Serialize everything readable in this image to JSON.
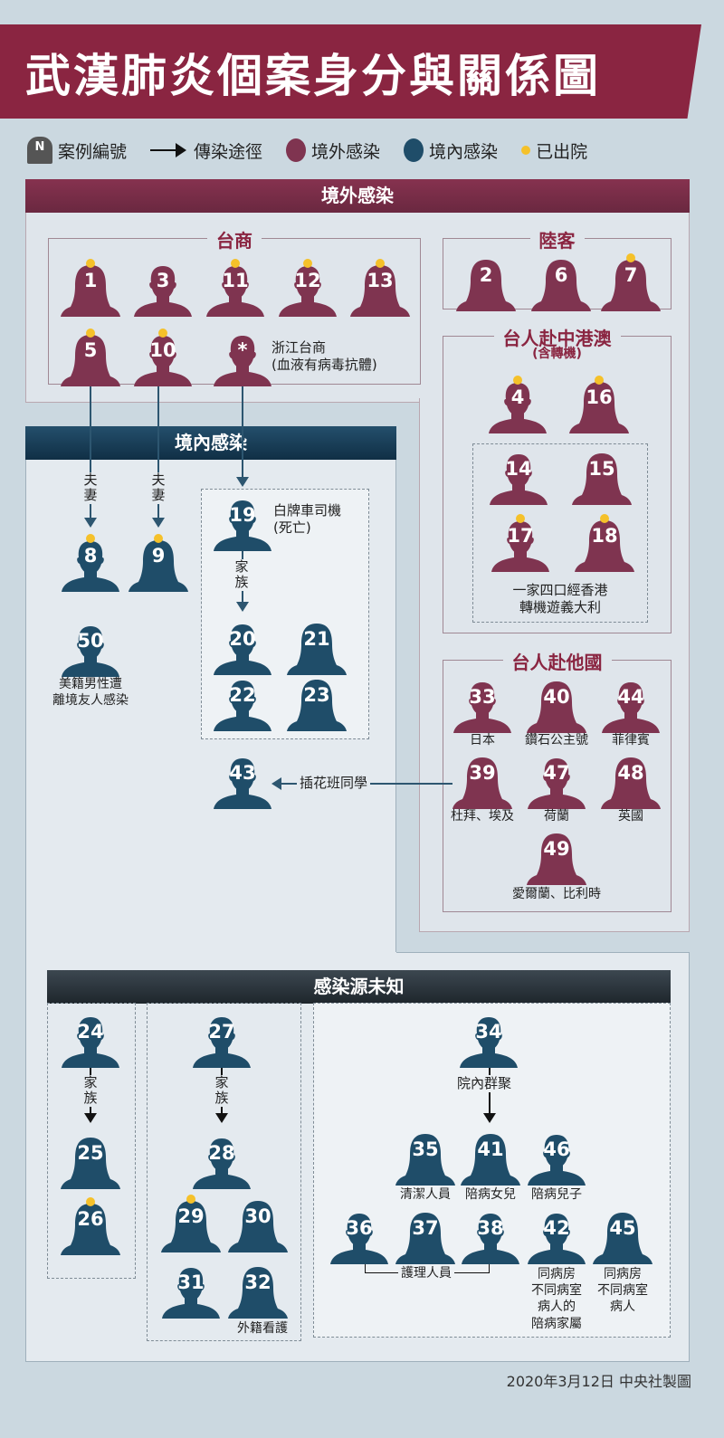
{
  "title": "武漢肺炎個案身分與關係圖",
  "legend": {
    "case_number": "案例編號",
    "case_icon_letter": "N",
    "transmission": "傳染途徑",
    "imported": "境外感染",
    "local": "境內感染",
    "discharged": "已出院"
  },
  "colors": {
    "imported": "#7f3450",
    "local": "#1f4d69",
    "discharged": "#f5c12a",
    "banner": "#8a2541"
  },
  "sections": {
    "imported": "境外感染",
    "local": "境內感染",
    "unknown": "感染源未知"
  },
  "groups": {
    "taishang": "台商",
    "luke": "陸客",
    "china_hk_macau": "台人赴中港澳",
    "china_hk_macau_sub": "(含轉機)",
    "other_countries": "台人赴他國"
  },
  "labels": {
    "zhejiang": "浙江台商",
    "zhejiang_sub": "(血液有病毒抗體)",
    "family_hk": "一家四口經香港",
    "family_hk2": "轉機遊義大利",
    "japan": "日本",
    "diamond": "鑽石公主號",
    "philippines": "菲律賓",
    "dubai": "杜拜、埃及",
    "netherlands": "荷蘭",
    "uk": "英國",
    "ireland": "愛爾蘭、比利時",
    "spouse": "夫妻",
    "family": "家族",
    "driver": "白牌車司機",
    "driver_sub": "(死亡)",
    "us_male": "美籍男性遭",
    "us_male2": "離境友人感染",
    "flower": "插花班同學",
    "foreign_carer": "外籍看護",
    "hospital_cluster": "院內群聚",
    "cleaner": "清潔人員",
    "daughter": "陪病女兒",
    "son": "陪病兒子",
    "nurses": "護理人員",
    "ward_family": [
      "同病房",
      "不同病室",
      "病人的",
      "陪病家屬"
    ],
    "ward_patient": [
      "同病房",
      "不同病室",
      "病人"
    ]
  },
  "footer": "2020年3月12日  中央社製圖",
  "people": [
    {
      "num": "1",
      "g": "f",
      "t": "out",
      "d": true
    },
    {
      "num": "3",
      "g": "m",
      "t": "out",
      "d": false
    },
    {
      "num": "11",
      "g": "m",
      "t": "out",
      "d": true
    },
    {
      "num": "12",
      "g": "m",
      "t": "out",
      "d": true
    },
    {
      "num": "13",
      "g": "f",
      "t": "out",
      "d": true
    },
    {
      "num": "5",
      "g": "f",
      "t": "out",
      "d": true
    },
    {
      "num": "10",
      "g": "m",
      "t": "out",
      "d": true
    },
    {
      "num": "*",
      "g": "m",
      "t": "out",
      "d": false
    },
    {
      "num": "2",
      "g": "f",
      "t": "out",
      "d": false
    },
    {
      "num": "6",
      "g": "f",
      "t": "out",
      "d": false
    },
    {
      "num": "7",
      "g": "f",
      "t": "out",
      "d": true
    },
    {
      "num": "4",
      "g": "m",
      "t": "out",
      "d": true
    },
    {
      "num": "16",
      "g": "f",
      "t": "out",
      "d": true
    },
    {
      "num": "14",
      "g": "m",
      "t": "out",
      "d": false
    },
    {
      "num": "15",
      "g": "f",
      "t": "out",
      "d": false
    },
    {
      "num": "17",
      "g": "m",
      "t": "out",
      "d": true
    },
    {
      "num": "18",
      "g": "f",
      "t": "out",
      "d": true
    },
    {
      "num": "33",
      "g": "m",
      "t": "out",
      "d": false
    },
    {
      "num": "40",
      "g": "f",
      "t": "out",
      "d": false
    },
    {
      "num": "44",
      "g": "m",
      "t": "out",
      "d": false
    },
    {
      "num": "39",
      "g": "f",
      "t": "out",
      "d": false
    },
    {
      "num": "47",
      "g": "m",
      "t": "out",
      "d": false
    },
    {
      "num": "48",
      "g": "f",
      "t": "out",
      "d": false
    },
    {
      "num": "49",
      "g": "f",
      "t": "out",
      "d": false
    },
    {
      "num": "8",
      "g": "m",
      "t": "in",
      "d": true
    },
    {
      "num": "9",
      "g": "f",
      "t": "in",
      "d": true
    },
    {
      "num": "50",
      "g": "m",
      "t": "in",
      "d": false
    },
    {
      "num": "19",
      "g": "m",
      "t": "in",
      "d": false
    },
    {
      "num": "20",
      "g": "m",
      "t": "in",
      "d": false
    },
    {
      "num": "21",
      "g": "f",
      "t": "in",
      "d": false
    },
    {
      "num": "22",
      "g": "m",
      "t": "in",
      "d": false
    },
    {
      "num": "23",
      "g": "f",
      "t": "in",
      "d": false
    },
    {
      "num": "43",
      "g": "m",
      "t": "in",
      "d": false
    },
    {
      "num": "24",
      "g": "m",
      "t": "in",
      "d": false
    },
    {
      "num": "25",
      "g": "f",
      "t": "in",
      "d": false
    },
    {
      "num": "26",
      "g": "f",
      "t": "in",
      "d": true
    },
    {
      "num": "27",
      "g": "m",
      "t": "in",
      "d": false
    },
    {
      "num": "28",
      "g": "m",
      "t": "in",
      "d": false
    },
    {
      "num": "29",
      "g": "f",
      "t": "in",
      "d": true
    },
    {
      "num": "30",
      "g": "f",
      "t": "in",
      "d": false
    },
    {
      "num": "31",
      "g": "m",
      "t": "in",
      "d": false
    },
    {
      "num": "32",
      "g": "f",
      "t": "in",
      "d": false
    },
    {
      "num": "34",
      "g": "m",
      "t": "in",
      "d": false
    },
    {
      "num": "35",
      "g": "f",
      "t": "in",
      "d": false
    },
    {
      "num": "41",
      "g": "f",
      "t": "in",
      "d": false
    },
    {
      "num": "46",
      "g": "m",
      "t": "in",
      "d": false
    },
    {
      "num": "36",
      "g": "m",
      "t": "in",
      "d": false
    },
    {
      "num": "37",
      "g": "f",
      "t": "in",
      "d": false
    },
    {
      "num": "38",
      "g": "m",
      "t": "in",
      "d": false
    },
    {
      "num": "42",
      "g": "m",
      "t": "in",
      "d": false
    },
    {
      "num": "45",
      "g": "f",
      "t": "in",
      "d": false
    }
  ]
}
